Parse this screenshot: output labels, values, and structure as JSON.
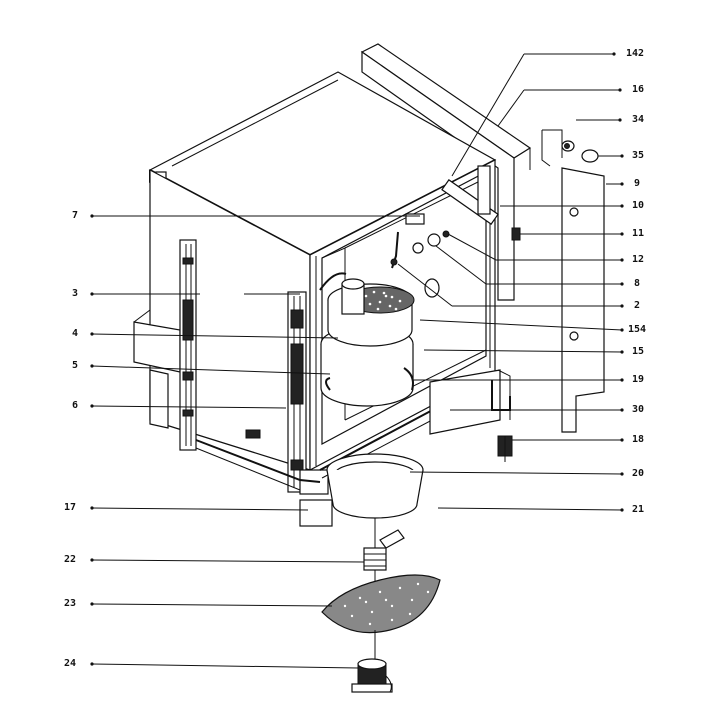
{
  "callouts": [
    {
      "id": "c142",
      "text": "142"
    },
    {
      "id": "c16",
      "text": "16"
    },
    {
      "id": "c34",
      "text": "34"
    },
    {
      "id": "c35",
      "text": "35"
    },
    {
      "id": "c9",
      "text": "9"
    },
    {
      "id": "c10",
      "text": "10"
    },
    {
      "id": "c11",
      "text": "11"
    },
    {
      "id": "c12",
      "text": "12"
    },
    {
      "id": "c8",
      "text": "8"
    },
    {
      "id": "c2",
      "text": "2"
    },
    {
      "id": "c154",
      "text": "154"
    },
    {
      "id": "c15",
      "text": "15"
    },
    {
      "id": "c19",
      "text": "19"
    },
    {
      "id": "c30",
      "text": "30"
    },
    {
      "id": "c18",
      "text": "18"
    },
    {
      "id": "c20",
      "text": "20"
    },
    {
      "id": "c21",
      "text": "21"
    },
    {
      "id": "c7",
      "text": "7"
    },
    {
      "id": "c3",
      "text": "3"
    },
    {
      "id": "c4",
      "text": "4"
    },
    {
      "id": "c5",
      "text": "5"
    },
    {
      "id": "c6",
      "text": "6"
    },
    {
      "id": "c17",
      "text": "17"
    },
    {
      "id": "c22",
      "text": "22"
    },
    {
      "id": "c23",
      "text": "23"
    },
    {
      "id": "c24",
      "text": "24"
    }
  ]
}
